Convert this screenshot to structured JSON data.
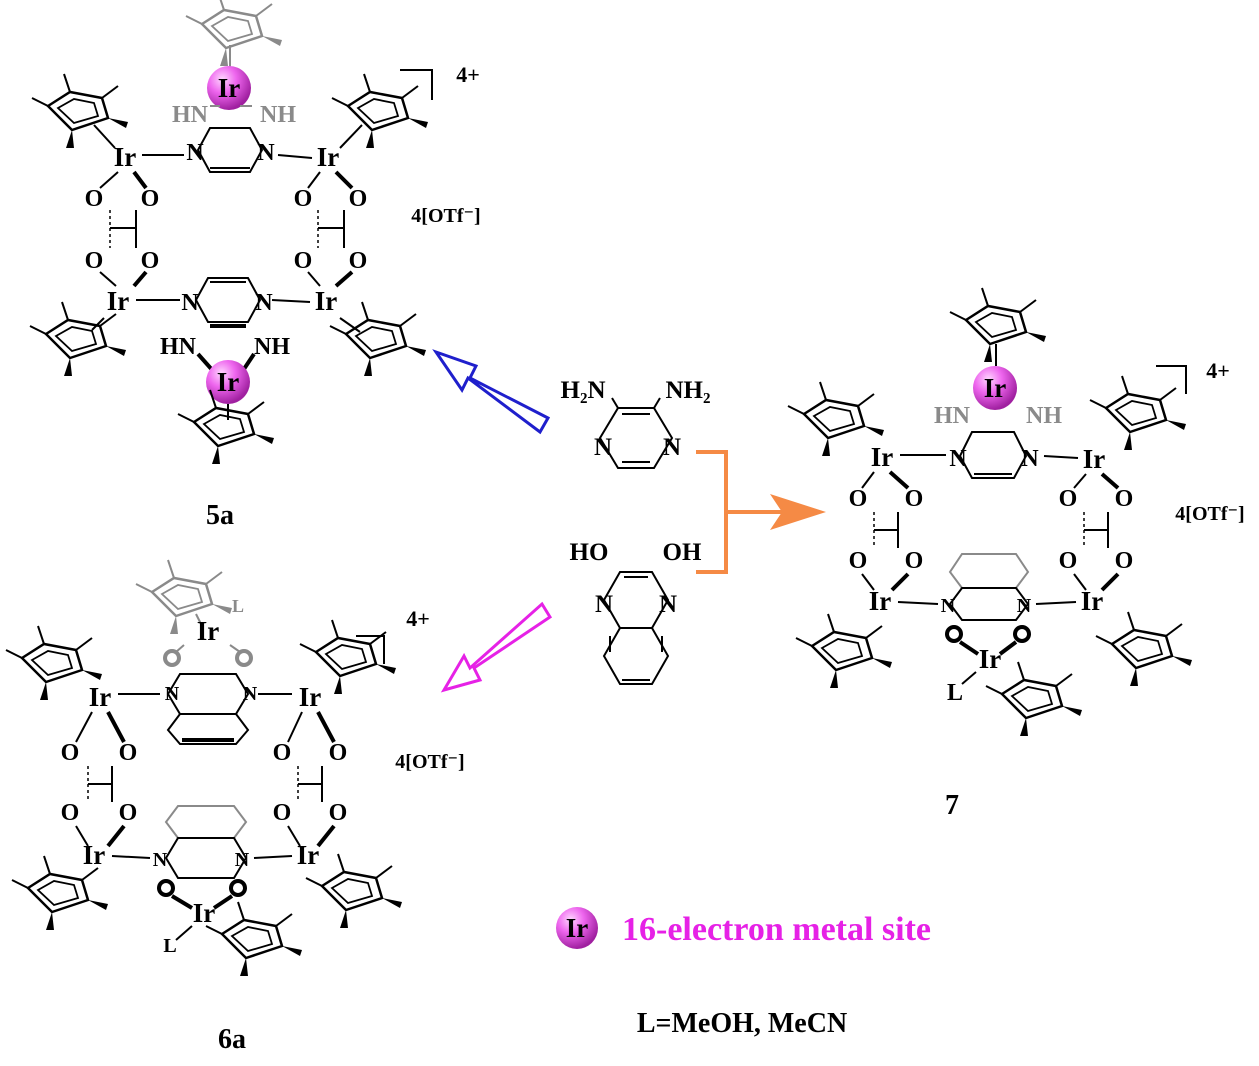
{
  "compounds": {
    "c5a": {
      "label": "5a",
      "charge": "4+",
      "counterion": "4[OTf⁻]"
    },
    "c6a": {
      "label": "6a",
      "charge": "4+",
      "counterion": "4[OTf⁻]"
    },
    "c7": {
      "label": "7",
      "charge": "4+",
      "counterion": "4[OTf⁻]"
    }
  },
  "atoms": {
    "ir": "Ir",
    "n": "N",
    "o": "O",
    "hn": "HN",
    "nh": "NH",
    "l": "L"
  },
  "reagents": {
    "diamine": {
      "left": "H₂N",
      "right": "NH₂"
    },
    "diol": {
      "left": "HO",
      "right": "OH"
    }
  },
  "arrows": {
    "to_5a": {
      "color": "#1f1fcc"
    },
    "to_6a": {
      "color": "#e621e6"
    },
    "to_7": {
      "color": "#f58a45"
    }
  },
  "legend": {
    "symbol": "Ir",
    "text": "16-electron metal site",
    "text_color": "#e621e6",
    "sphere_color": "#e75ee7"
  },
  "ligand_note": "L=MeOH, MeCN"
}
